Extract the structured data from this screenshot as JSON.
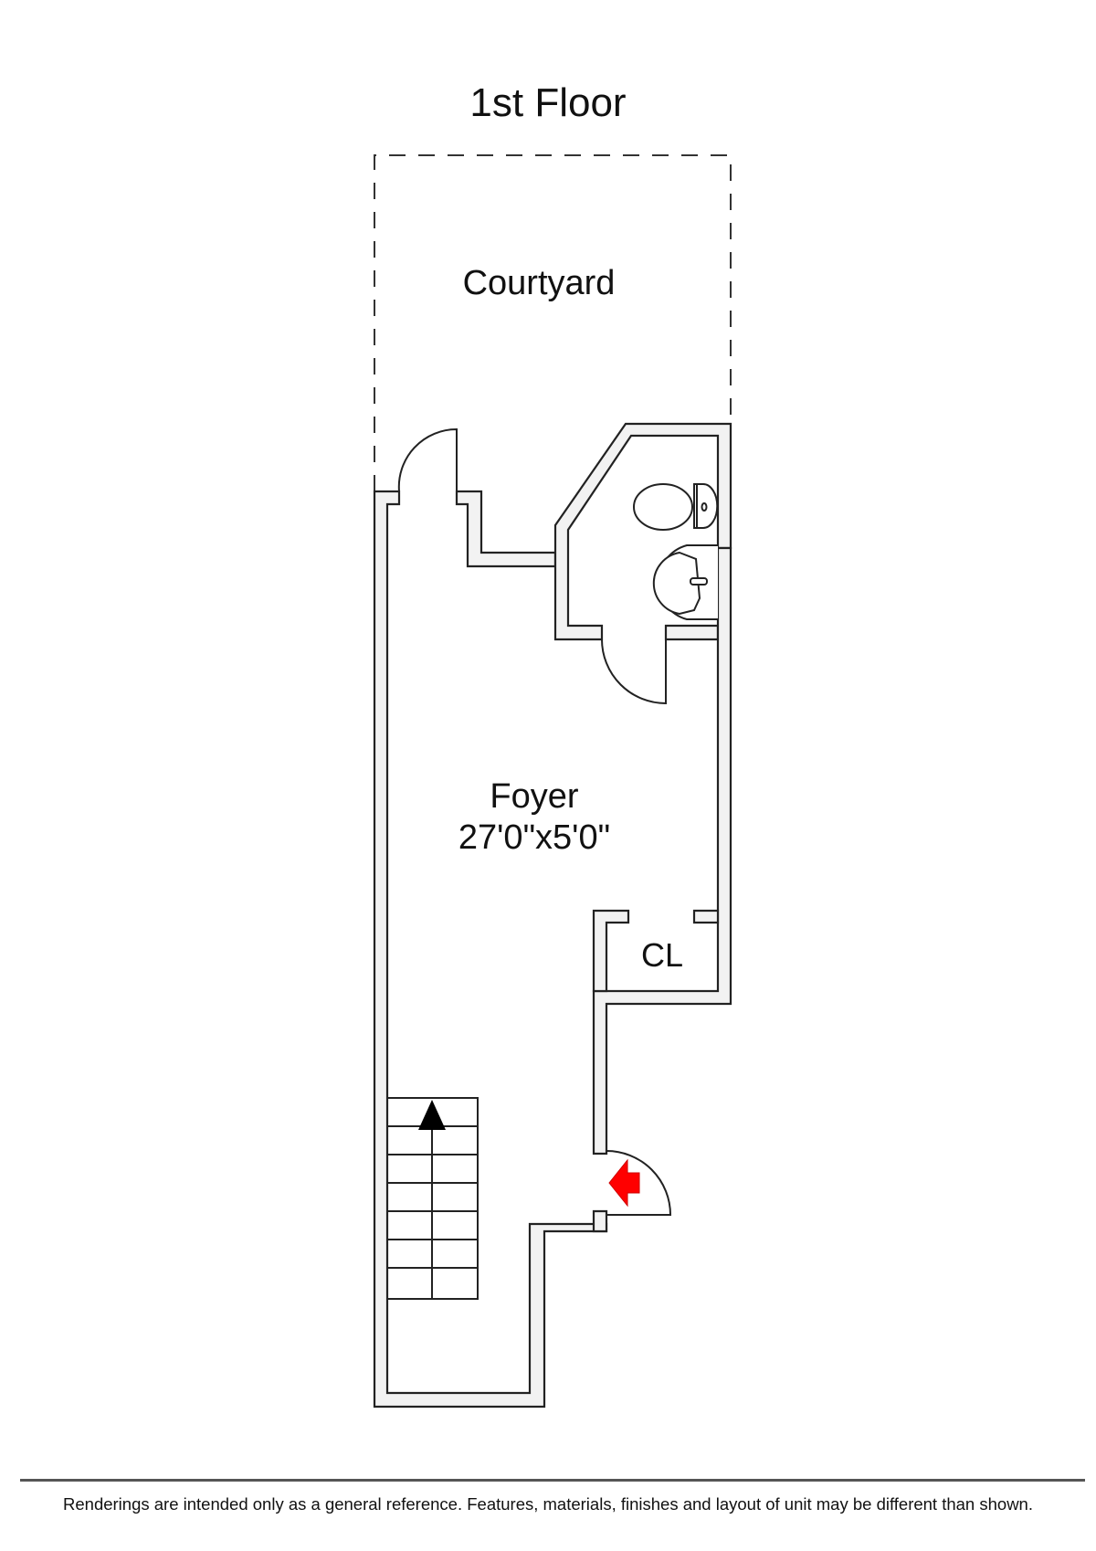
{
  "plan": {
    "title": "1st Floor",
    "rooms": [
      {
        "id": "courtyard",
        "name": "Courtyard",
        "dimensions": ""
      },
      {
        "id": "foyer",
        "name": "Foyer",
        "dimensions": "27'0\"x5'0\""
      },
      {
        "id": "closet",
        "name": "CL",
        "dimensions": ""
      }
    ],
    "colors": {
      "wall_fill": "#f2f2f2",
      "line": "#222222",
      "entry_arrow": "#ff0000"
    }
  },
  "footer": {
    "disclaimer": "Renderings are intended only as a general reference. Features, materials, finishes and layout of unit may be different than shown."
  }
}
